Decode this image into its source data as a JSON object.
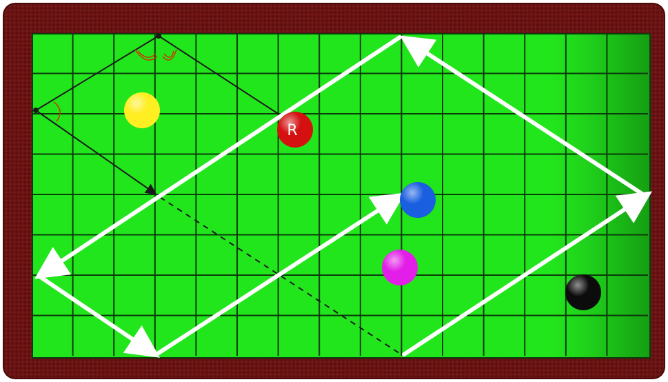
{
  "table": {
    "frame_color": "#6b1212",
    "felt_color": "#22e61c",
    "grid_color": "#0b3a0b",
    "grid_columns": 15,
    "grid_rows": 8
  },
  "balls": [
    {
      "name": "yellow-ball",
      "color": "#ffee22",
      "label": ""
    },
    {
      "name": "red-ball",
      "color": "#d41010",
      "label": "R"
    },
    {
      "name": "blue-ball",
      "color": "#1a5fe0",
      "label": ""
    },
    {
      "name": "magenta-ball",
      "color": "#e21ee8",
      "label": ""
    },
    {
      "name": "black-ball",
      "color": "#0c0c0c",
      "label": ""
    }
  ],
  "paths": {
    "white_path_color": "#ffffff",
    "guide_path_color": "#1a1a1a",
    "angle_mark_color": "#cc3300"
  }
}
